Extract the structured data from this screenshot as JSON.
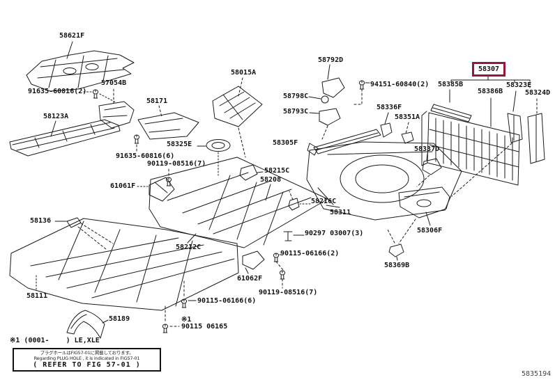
{
  "diagram": {
    "figure_id": "5835194",
    "highlighted_part": "58307",
    "highlight_color": "#96173A",
    "footnote": "※1 (0001-    ) LE,XLE",
    "note_box": {
      "jp": "プラグホールはFIG57-01に掲載しております。",
      "en": "Regarding PLUG HOLE , it is indicated in FIG57-01",
      "refer": "( REFER TO FIG 57-01 )"
    },
    "labels": [
      {
        "text": "58621F"
      },
      {
        "text": "91635-60816(2)"
      },
      {
        "text": "57054B"
      },
      {
        "text": "58123A"
      },
      {
        "text": "58171"
      },
      {
        "text": "58015A"
      },
      {
        "text": "58792D"
      },
      {
        "text": "58798C"
      },
      {
        "text": "58793C"
      },
      {
        "text": "94151-60840(2)"
      },
      {
        "text": "58385B"
      },
      {
        "text": "58307"
      },
      {
        "text": "58386B"
      },
      {
        "text": "58323E"
      },
      {
        "text": "58324D"
      },
      {
        "text": "58336F"
      },
      {
        "text": "58351A"
      },
      {
        "text": "58325E"
      },
      {
        "text": "58305F"
      },
      {
        "text": "91635-60816(6)"
      },
      {
        "text": "90119-08516(7)"
      },
      {
        "text": "58337D"
      },
      {
        "text": "58215C"
      },
      {
        "text": "58208"
      },
      {
        "text": "61061F"
      },
      {
        "text": "58216C"
      },
      {
        "text": "58311"
      },
      {
        "text": "58136"
      },
      {
        "text": "90297 03007(3)"
      },
      {
        "text": "58306F"
      },
      {
        "text": "58212C"
      },
      {
        "text": "90115-06166(2)"
      },
      {
        "text": "58369B"
      },
      {
        "text": "61062F"
      },
      {
        "text": "90119-08516(7)"
      },
      {
        "text": "58111"
      },
      {
        "text": "90115-06166(6)"
      },
      {
        "text": "58189"
      },
      {
        "text": "※1"
      },
      {
        "text": "90115 06165"
      }
    ]
  }
}
